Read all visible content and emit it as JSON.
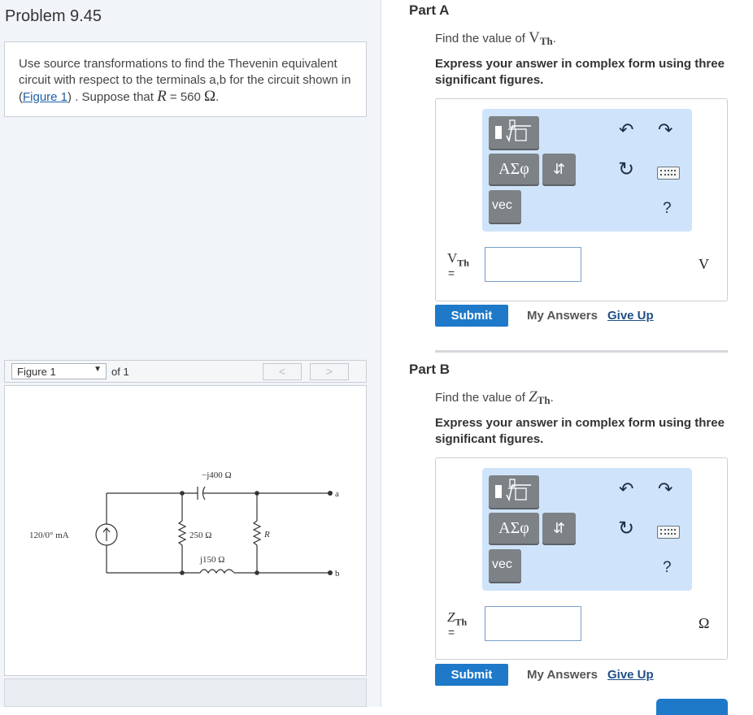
{
  "problem": {
    "title": "Problem 9.45",
    "text_before": "Use source transformations to find the Thevenin equivalent circuit with respect to the terminals a,b for the circuit shown in (",
    "figure_link": "Figure 1",
    "text_after": ") . Suppose that ",
    "r_symbol": "R",
    "r_equals": " = 560 ",
    "ohm": "Ω",
    "end": "."
  },
  "figure": {
    "selector_value": "Figure 1",
    "of_label": "of 1",
    "prev_icon": "<",
    "next_icon": ">",
    "circuit": {
      "source_label": "120/0° mA",
      "cap_label": "−j400 Ω",
      "r1_label": "250 Ω",
      "ind_label": "j150 Ω",
      "r_label": "R",
      "node_a": "a",
      "node_b": "b"
    }
  },
  "parts": [
    {
      "title": "Part A",
      "prompt_prefix": "Find the value of ",
      "var_main": "V",
      "var_sub": "Th",
      "prompt_suffix": ".",
      "instructions": "Express your answer in complex form using three significant figures.",
      "toolbar": {
        "greek": "ΑΣφ",
        "arrows": "⇵",
        "vec": "vec",
        "help": "?"
      },
      "eq": "=",
      "unit": "V",
      "submit": "Submit",
      "my_answers": "My Answers",
      "give_up": "Give Up"
    },
    {
      "title": "Part B",
      "prompt_prefix": "Find the value of ",
      "var_main": "Z",
      "var_sub": "Th",
      "prompt_suffix": ".",
      "instructions": "Express your answer in complex form using three significant figures.",
      "toolbar": {
        "greek": "ΑΣφ",
        "arrows": "⇵",
        "vec": "vec",
        "help": "?"
      },
      "eq": "=",
      "unit": "Ω",
      "submit": "Submit",
      "my_answers": "My Answers",
      "give_up": "Give Up"
    }
  ],
  "colors": {
    "accent": "#1e79c9",
    "toolbar_bg": "#cfe4fb",
    "link": "#1f5ea8"
  }
}
